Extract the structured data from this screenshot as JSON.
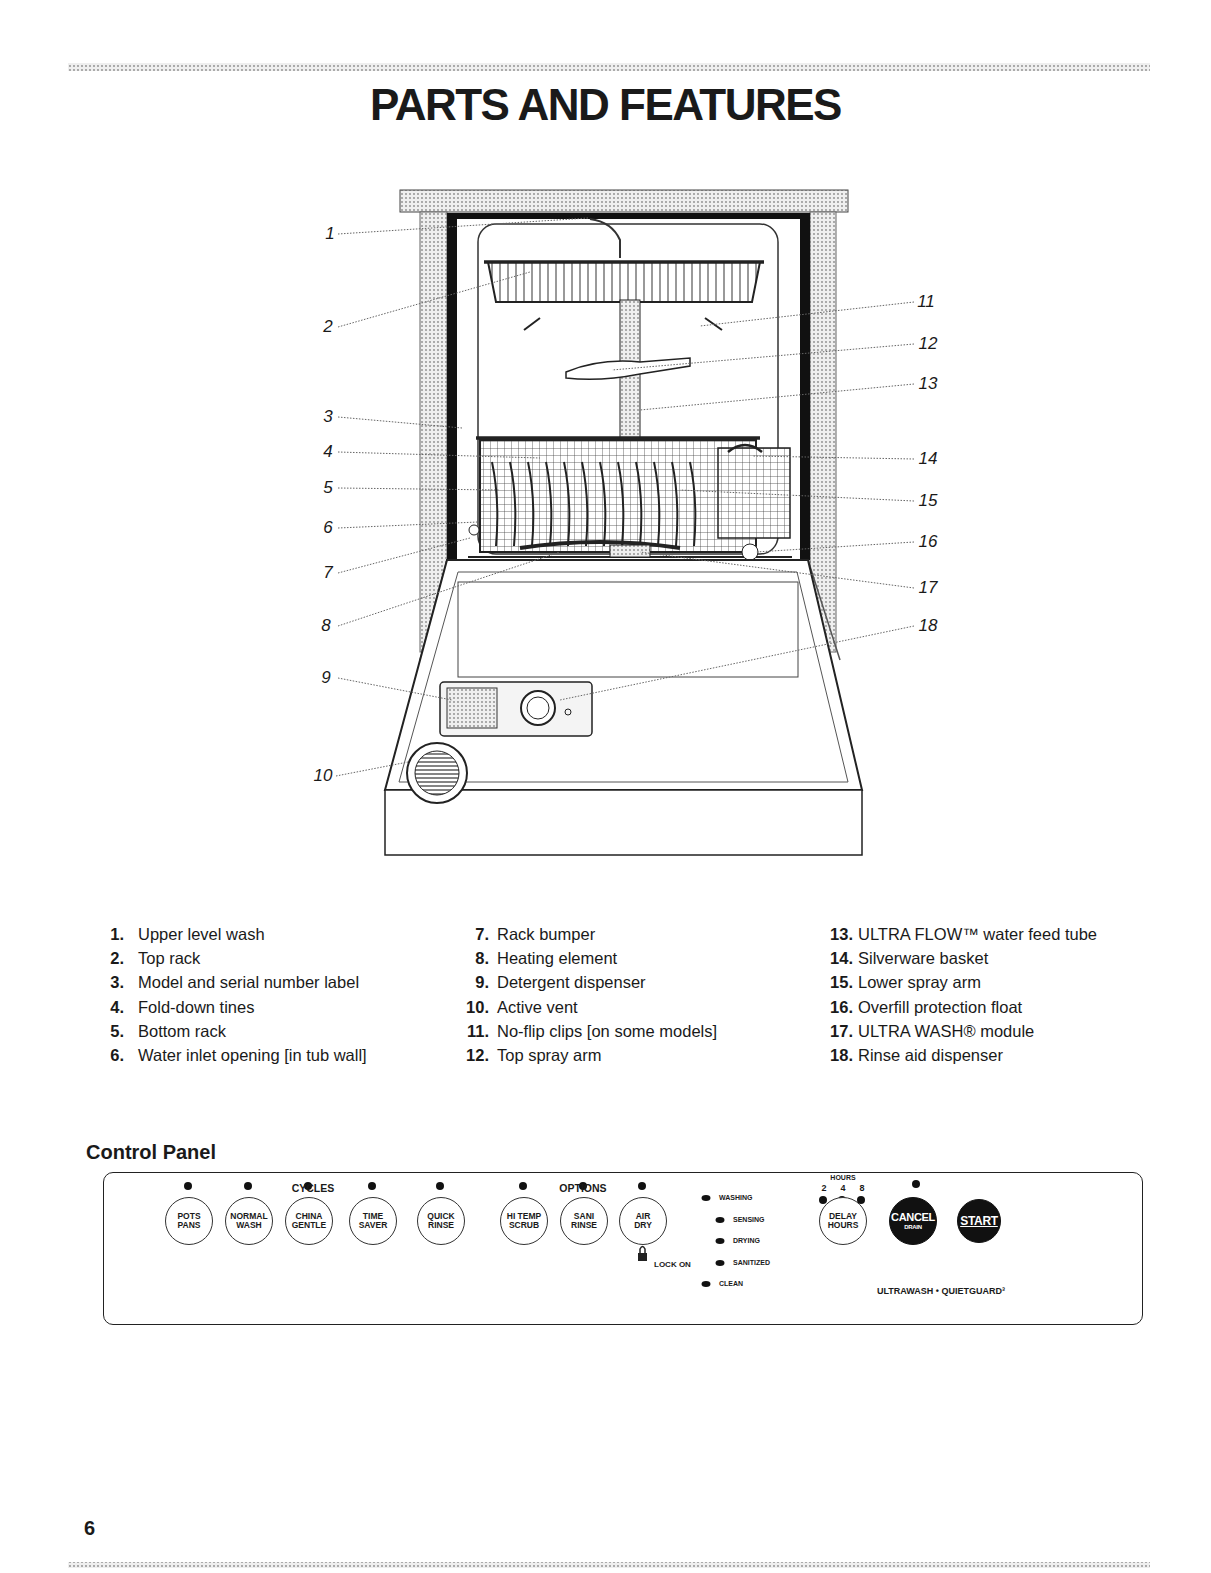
{
  "diagram": {
    "title": "PARTS AND FEATURES",
    "nodes": [
      {
        "text": [
          "Control Panel",
          "CYCLES",
          "OPTIONS",
          "WASHING",
          "SENSING",
          "DRYING",
          "SANITIZED",
          "CLEAN",
          "LOCK ON",
          "HOURS",
          "2",
          "4",
          "8",
          "ULTRAWASH • QUIETGUARD³"
        ]
      },
      {
        "text": [
          "POTS PANS"
        ],
        "in": 0
      },
      {
        "text": [
          "NORMAL WASH"
        ],
        "in": 0
      },
      {
        "text": [
          "CHINA GENTLE"
        ],
        "in": 0
      },
      {
        "text": [
          "TIME SAVER"
        ],
        "in": 0
      },
      {
        "text": [
          "QUICK RINSE"
        ],
        "in": 0
      },
      {
        "text": [
          "HI TEMP SCRUB"
        ],
        "in": 0
      },
      {
        "text": [
          "SANI RINSE"
        ],
        "in": 0
      },
      {
        "text": [
          "AIR DRY"
        ],
        "in": 0
      },
      {
        "text": [
          "DELAY HOURS"
        ],
        "in": 0
      },
      {
        "text": [
          "CANCEL",
          "DRAIN"
        ],
        "in": 0
      },
      {
        "text": [
          "START"
        ],
        "in": 0
      }
    ],
    "labels": [
      "1",
      "2",
      "3",
      "4",
      "5",
      "6",
      "7",
      "8",
      "9",
      "10",
      "11",
      "12",
      "13",
      "14",
      "15",
      "16",
      "17",
      "18",
      "1.",
      "Upper level wash",
      "2.",
      "Top rack",
      "3.",
      "Model and serial number label",
      "4.",
      "Fold-down tines",
      "5.",
      "Bottom rack",
      "6.",
      "Water inlet opening [in tub wall]",
      "7.",
      "Rack bumper",
      "8.",
      "Heating element",
      "9.",
      "Detergent dispenser",
      "10.",
      "Active vent",
      "11.",
      "No-flip clips [on some models]",
      "12.",
      "Top spray arm",
      "13.",
      "ULTRA FLOW™ water feed tube",
      "14.",
      "Silverware basket",
      "15.",
      "Lower spray arm",
      "16.",
      "Overfill protection float",
      "17.",
      "ULTRA WASH® module",
      "18.",
      "Rinse aid dispenser",
      "6"
    ]
  }
}
